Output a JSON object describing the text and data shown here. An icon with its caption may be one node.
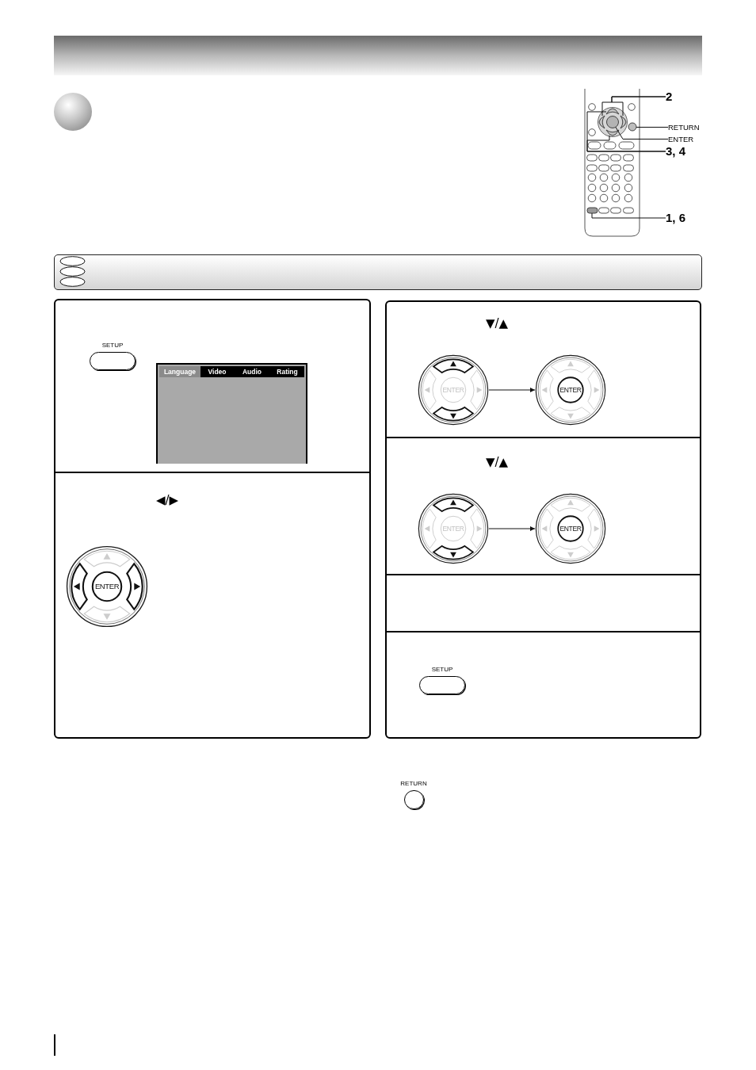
{
  "diagram": {
    "nodes": [
      {
        "text": [
          "2"
        ]
      },
      {
        "text": [
          "RETURN"
        ]
      },
      {
        "text": [
          "ENTER"
        ]
      },
      {
        "text": [
          "3, 4"
        ]
      },
      {
        "text": [
          "1, 6"
        ]
      },
      {
        "text": [],
        "shape": "arc"
      },
      {
        "text": [],
        "shape": "arc"
      },
      {
        "text": [],
        "shape": "circle"
      },
      {
        "text": [],
        "shape": "arc"
      },
      {
        "text": [],
        "shape": "circle"
      },
      {
        "text": [],
        "shape": "arc"
      },
      {
        "text": [],
        "shape": "box"
      },
      {
        "text": [],
        "shape": "box"
      },
      {
        "text": [
          "SETUP"
        ],
        "in": 12
      },
      {
        "text": [
          "Language",
          "Video",
          "Audio",
          "Rating"
        ],
        "in": 12
      },
      {
        "text": [
          "◀/▶"
        ]
      },
      {
        "text": [
          "ENTER"
        ],
        "in": 15
      },
      {
        "text": [
          "▼/▲"
        ]
      },
      {
        "text": [
          "ENTER"
        ],
        "in": 17
      },
      {
        "text": [
          "ENTER"
        ],
        "in": 17
      },
      {
        "text": [
          "▼/▲"
        ]
      },
      {
        "text": [
          "ENTER"
        ],
        "in": 20
      },
      {
        "text": [
          "ENTER"
        ],
        "in": 20
      },
      {
        "text": [],
        "shape": "box"
      },
      {
        "text": [],
        "shape": "box"
      },
      {
        "text": [
          "SETUP"
        ],
        "in": 24
      },
      {
        "text": [
          "RETURN"
        ]
      }
    ],
    "edges": [
      {
        "from": 0,
        "to": 6,
        "arrow": "none"
      },
      {
        "from": 0,
        "to": 8,
        "arrow": "none"
      },
      {
        "from": 1,
        "to": 9,
        "arrow": "none"
      },
      {
        "from": 2,
        "to": 7,
        "arrow": "none"
      },
      {
        "from": 3,
        "to": 5,
        "arrow": "none"
      },
      {
        "from": 3,
        "to": 10,
        "arrow": "none"
      },
      {
        "from": 4,
        "to": 11,
        "arrow": "none"
      },
      {
        "from": 18,
        "to": 19,
        "arrow": "to"
      },
      {
        "from": 21,
        "to": 22,
        "arrow": "to"
      }
    ]
  }
}
